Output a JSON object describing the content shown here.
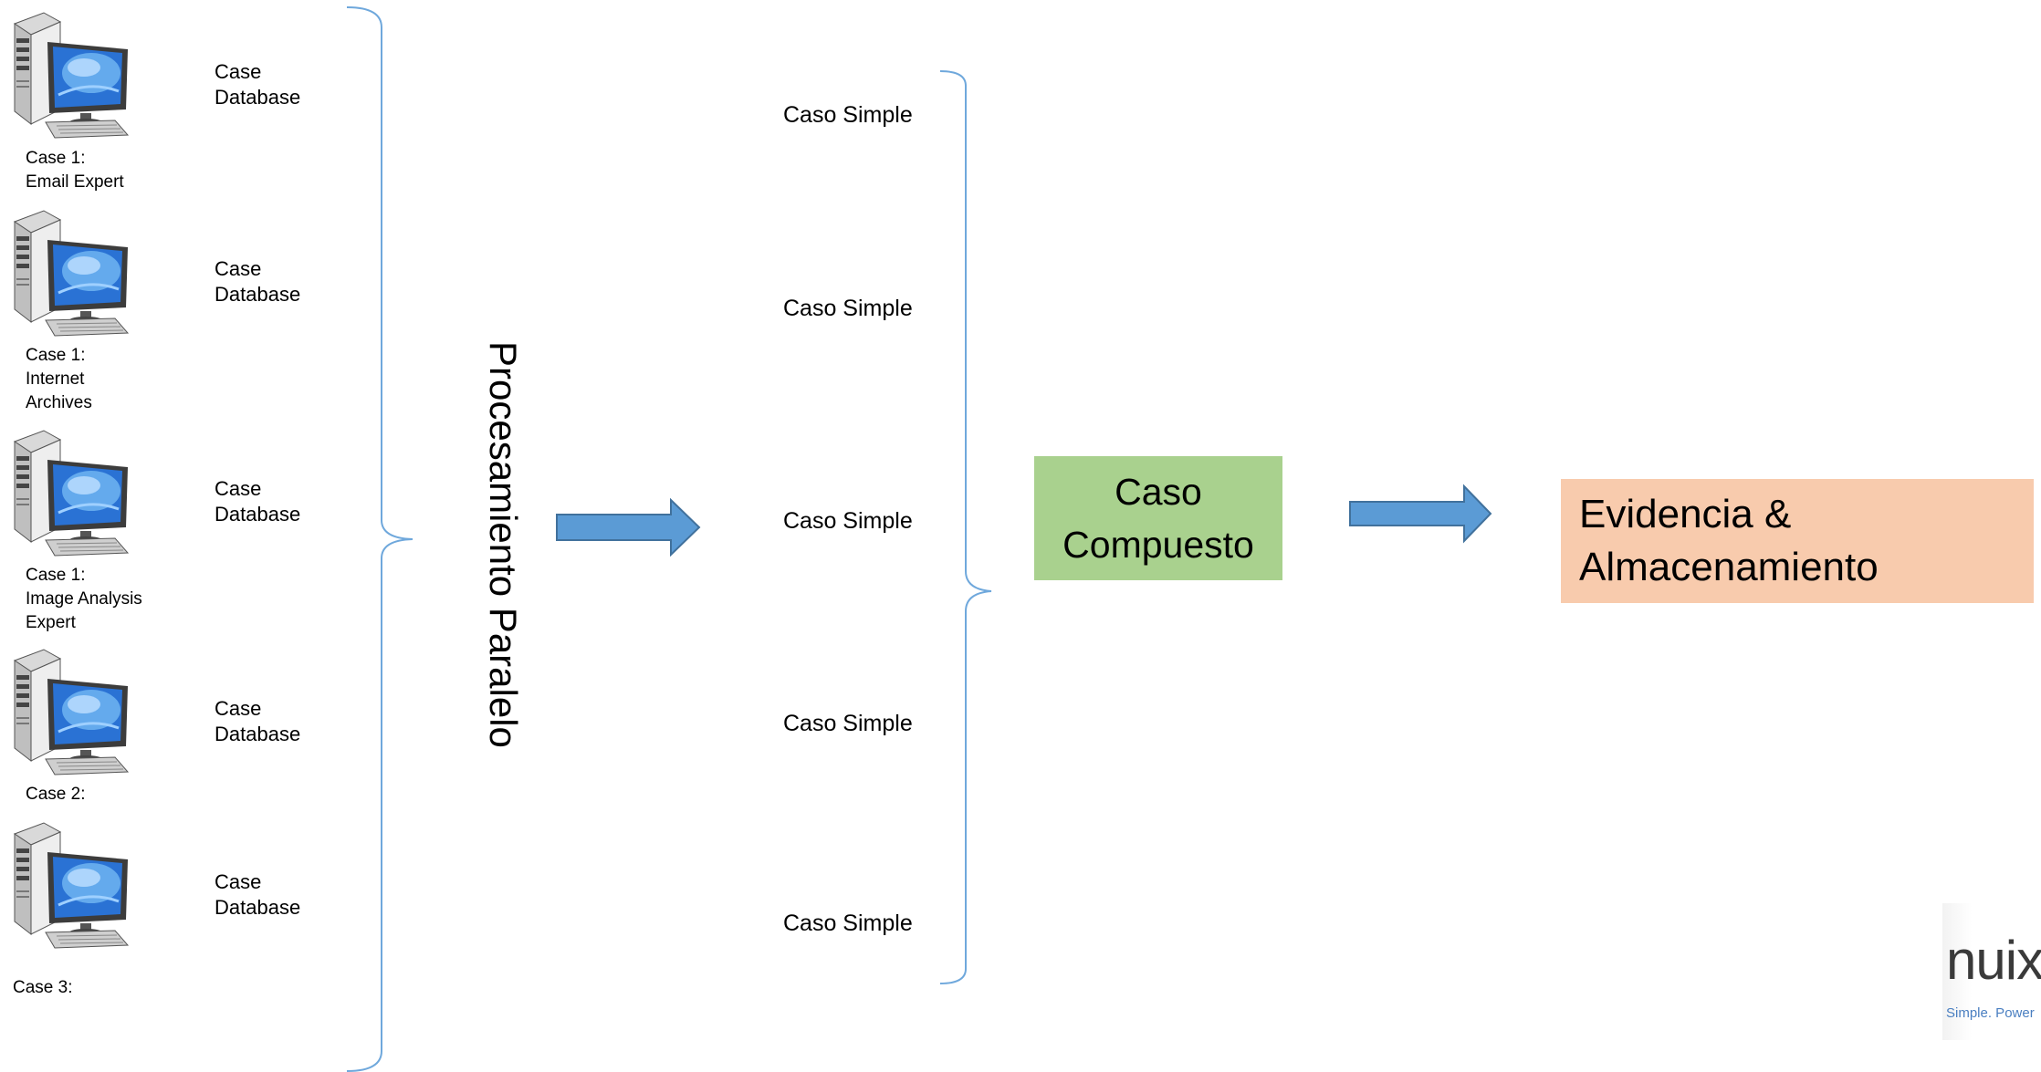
{
  "cases": [
    {
      "label": "Case 1:\nEmail Expert",
      "db": "Case\nDatabase"
    },
    {
      "label": "Case 1:\nInternet\nArchives",
      "db": "Case\nDatabase"
    },
    {
      "label": "Case 1:\nImage Analysis\nExpert",
      "db": "Case\nDatabase"
    },
    {
      "label": "Case 2:",
      "db": "Case\nDatabase"
    },
    {
      "label": "Case 3:",
      "db": "Case\nDatabase"
    }
  ],
  "processing_label": "Procesamiento Paralelo",
  "simple_cases": [
    "Caso Simple",
    "Caso Simple",
    "Caso Simple",
    "Caso Simple",
    "Caso Simple"
  ],
  "compound_case": "Caso\nCompuesto",
  "evidence_box": "Evidencia &\nAlmacenamiento",
  "logo": {
    "word": "nuix",
    "tagline": "Simple. Power"
  },
  "colors": {
    "brace": "#6fa8dc",
    "arrow_fill": "#5b9bd5",
    "arrow_stroke": "#41719c",
    "compound_box": "#a9d18e",
    "evidence_box": "#f8cbad"
  }
}
